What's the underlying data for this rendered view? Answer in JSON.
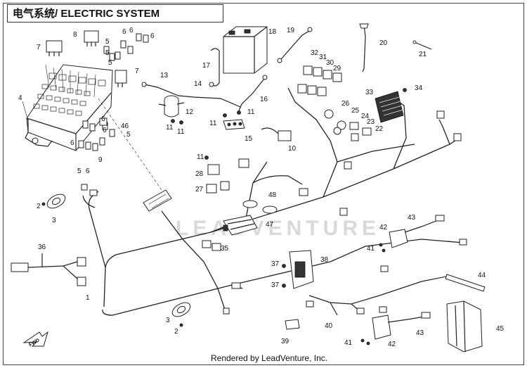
{
  "title": "电气系统/ ELECTRIC SYSTEM",
  "footer": "Rendered by LeadVenture, Inc.",
  "watermark": "LEADVENTURE",
  "direction_mark": "FWD",
  "callouts": [
    {
      "id": "c1",
      "label": "1"
    },
    {
      "id": "c2a",
      "label": "2"
    },
    {
      "id": "c2b",
      "label": "2"
    },
    {
      "id": "c3a",
      "label": "3"
    },
    {
      "id": "c3b",
      "label": "3"
    },
    {
      "id": "c4",
      "label": "4"
    },
    {
      "id": "c5a",
      "label": "5"
    },
    {
      "id": "c5b",
      "label": "5"
    },
    {
      "id": "c5c",
      "label": "5"
    },
    {
      "id": "c5d",
      "label": "5"
    },
    {
      "id": "c5e",
      "label": "5"
    },
    {
      "id": "c6a",
      "label": "6"
    },
    {
      "id": "c6b",
      "label": "6"
    },
    {
      "id": "c6c",
      "label": "6"
    },
    {
      "id": "c6d",
      "label": "6"
    },
    {
      "id": "c6e",
      "label": "6"
    },
    {
      "id": "c6f",
      "label": "6"
    },
    {
      "id": "c6g",
      "label": "6"
    },
    {
      "id": "c7a",
      "label": "7"
    },
    {
      "id": "c7b",
      "label": "7"
    },
    {
      "id": "c8",
      "label": "8"
    },
    {
      "id": "c9",
      "label": "9"
    },
    {
      "id": "c10",
      "label": "10"
    },
    {
      "id": "c11a",
      "label": "11"
    },
    {
      "id": "c11b",
      "label": "11"
    },
    {
      "id": "c11c",
      "label": "11"
    },
    {
      "id": "c11d",
      "label": "11"
    },
    {
      "id": "c11e",
      "label": "11"
    },
    {
      "id": "c12",
      "label": "12"
    },
    {
      "id": "c13",
      "label": "13"
    },
    {
      "id": "c14",
      "label": "14"
    },
    {
      "id": "c15",
      "label": "15"
    },
    {
      "id": "c16",
      "label": "16"
    },
    {
      "id": "c17",
      "label": "17"
    },
    {
      "id": "c18",
      "label": "18"
    },
    {
      "id": "c19",
      "label": "19"
    },
    {
      "id": "c20",
      "label": "20"
    },
    {
      "id": "c21",
      "label": "21"
    },
    {
      "id": "c22",
      "label": "22"
    },
    {
      "id": "c23",
      "label": "23"
    },
    {
      "id": "c24",
      "label": "24"
    },
    {
      "id": "c25",
      "label": "25"
    },
    {
      "id": "c26",
      "label": "26"
    },
    {
      "id": "c27",
      "label": "27"
    },
    {
      "id": "c28",
      "label": "28"
    },
    {
      "id": "c29",
      "label": "29"
    },
    {
      "id": "c30",
      "label": "30"
    },
    {
      "id": "c31",
      "label": "31"
    },
    {
      "id": "c32",
      "label": "32"
    },
    {
      "id": "c33",
      "label": "33"
    },
    {
      "id": "c34",
      "label": "34"
    },
    {
      "id": "c35",
      "label": "35"
    },
    {
      "id": "c36",
      "label": "36"
    },
    {
      "id": "c37a",
      "label": "37"
    },
    {
      "id": "c37b",
      "label": "37"
    },
    {
      "id": "c38",
      "label": "38"
    },
    {
      "id": "c39",
      "label": "39"
    },
    {
      "id": "c40",
      "label": "40"
    },
    {
      "id": "c41a",
      "label": "41"
    },
    {
      "id": "c41b",
      "label": "41"
    },
    {
      "id": "c42a",
      "label": "42"
    },
    {
      "id": "c42b",
      "label": "42"
    },
    {
      "id": "c43a",
      "label": "43"
    },
    {
      "id": "c43b",
      "label": "43"
    },
    {
      "id": "c44",
      "label": "44"
    },
    {
      "id": "c45",
      "label": "45"
    },
    {
      "id": "c46",
      "label": "46"
    },
    {
      "id": "c47",
      "label": "47"
    },
    {
      "id": "c48",
      "label": "48"
    }
  ]
}
